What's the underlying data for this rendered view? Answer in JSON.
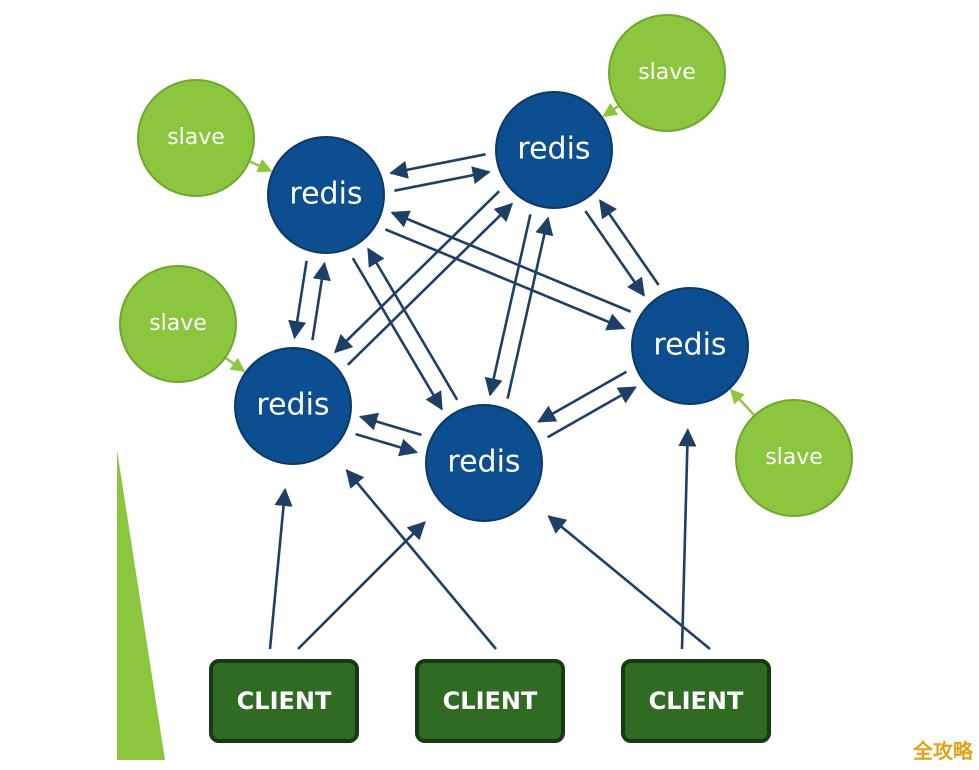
{
  "diagram": {
    "colors": {
      "redis_fill": "#0d4e91",
      "redis_stroke": "#0a3a6b",
      "slave_fill": "#8cc63f",
      "slave_stroke": "#6fa82a",
      "client_fill": "#2f6b22",
      "client_stroke": "#173a12",
      "arrow": "#1e3f66",
      "slave_link": "#8cc63f",
      "accent_triangle": "#8cc63f"
    },
    "redis_nodes": [
      {
        "id": "r1",
        "label": "redis"
      },
      {
        "id": "r2",
        "label": "redis"
      },
      {
        "id": "r3",
        "label": "redis"
      },
      {
        "id": "r4",
        "label": "redis"
      },
      {
        "id": "r5",
        "label": "redis"
      }
    ],
    "slave_nodes": [
      {
        "id": "s1",
        "label": "slave",
        "master": "r1"
      },
      {
        "id": "s2",
        "label": "slave",
        "master": "r2"
      },
      {
        "id": "s3",
        "label": "slave",
        "master": "r3"
      },
      {
        "id": "s4",
        "label": "slave",
        "master": "r4"
      }
    ],
    "clients": [
      {
        "id": "c1",
        "label": "CLIENT",
        "targets": [
          "r3",
          "r5"
        ]
      },
      {
        "id": "c2",
        "label": "CLIENT",
        "targets": [
          "r3"
        ]
      },
      {
        "id": "c3",
        "label": "CLIENT",
        "targets": [
          "r4",
          "r5"
        ]
      }
    ],
    "links": [
      {
        "from": "r1",
        "to": "r2"
      },
      {
        "from": "r2",
        "to": "r1"
      },
      {
        "from": "r1",
        "to": "r3"
      },
      {
        "from": "r3",
        "to": "r1"
      },
      {
        "from": "r1",
        "to": "r4"
      },
      {
        "from": "r4",
        "to": "r1"
      },
      {
        "from": "r1",
        "to": "r5"
      },
      {
        "from": "r5",
        "to": "r1"
      },
      {
        "from": "r2",
        "to": "r3"
      },
      {
        "from": "r3",
        "to": "r2"
      },
      {
        "from": "r2",
        "to": "r4"
      },
      {
        "from": "r4",
        "to": "r2"
      },
      {
        "from": "r2",
        "to": "r5"
      },
      {
        "from": "r5",
        "to": "r2"
      },
      {
        "from": "r3",
        "to": "r5"
      },
      {
        "from": "r5",
        "to": "r3"
      },
      {
        "from": "r4",
        "to": "r5"
      },
      {
        "from": "r5",
        "to": "r4"
      }
    ]
  },
  "watermark": "全攻略"
}
